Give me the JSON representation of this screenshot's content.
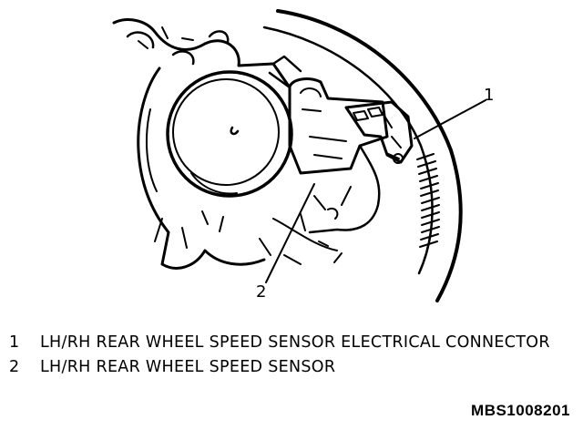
{
  "figure": {
    "callouts": [
      "1",
      "2"
    ],
    "legend": [
      {
        "number": "1",
        "text": "LH/RH REAR WHEEL SPEED SENSOR ELECTRICAL CONNECTOR"
      },
      {
        "number": "2",
        "text": "LH/RH REAR WHEEL SPEED SENSOR"
      }
    ],
    "figure_code": "MBS1008201"
  }
}
